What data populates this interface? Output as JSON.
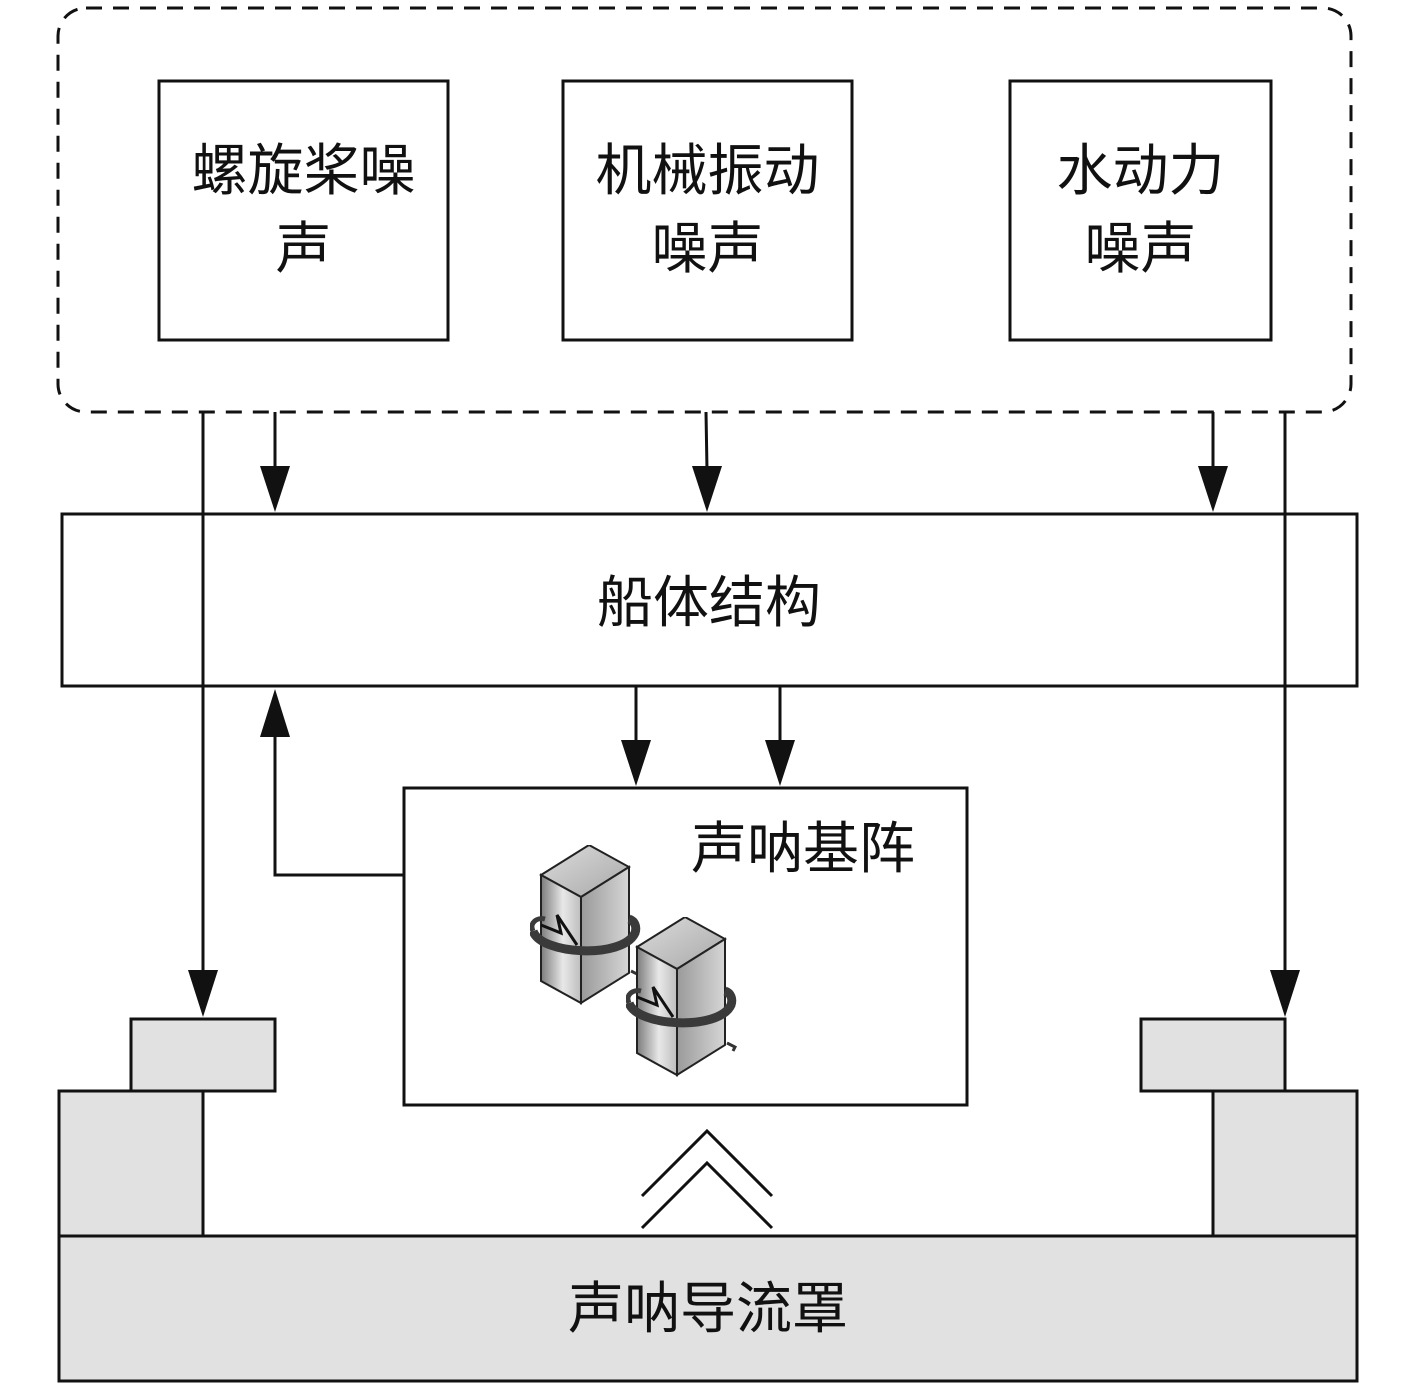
{
  "sources": {
    "propeller": {
      "line1": "螺旋桨噪",
      "line2": "声"
    },
    "mechanical": {
      "line1": "机械振动",
      "line2": "噪声"
    },
    "hydrodynamic": {
      "line1": "水动力",
      "line2": "噪声"
    }
  },
  "hull": {
    "label": "船体结构"
  },
  "sonar_base": {
    "label": "声呐基阵"
  },
  "dome": {
    "label": "声呐导流罩"
  },
  "colors": {
    "stroke": "#111111",
    "fill_gray": "#e1e1e1",
    "background": "#ffffff"
  },
  "icons": [
    "transducer-element-icon",
    "transducer-element-icon",
    "double-chevron-up-icon"
  ]
}
